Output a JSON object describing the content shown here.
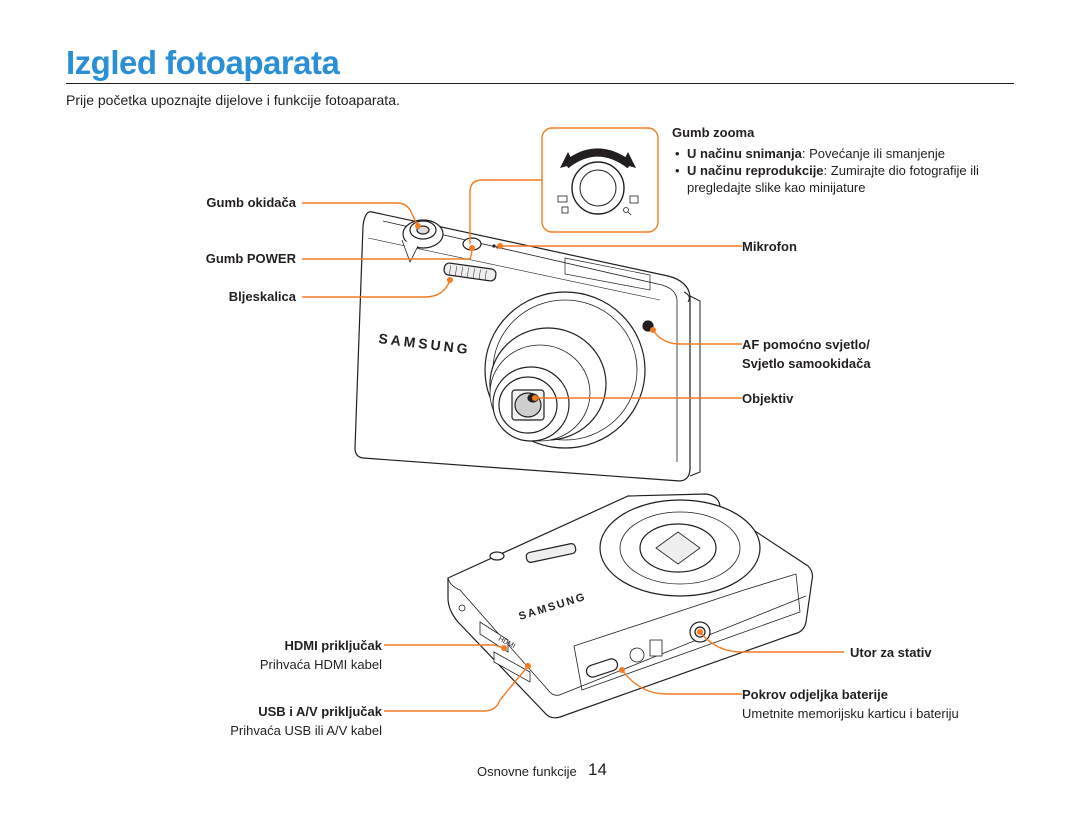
{
  "page": {
    "title": "Izgled fotoaparata",
    "intro": "Prije početka upoznajte dijelove i funkcije fotoaparata."
  },
  "labels": {
    "shutter": "Gumb okidača",
    "power": "Gumb POWER",
    "flash": "Bljeskalica",
    "zoom": "Gumb zooma",
    "microphone": "Mikrofon",
    "af_light_line1": "AF pomoćno svjetlo/",
    "af_light_line2": "Svjetlo samookidača",
    "lens": "Objektiv",
    "hdmi": "HDMI priključak",
    "hdmi_desc": "Prihvaća HDMI kabel",
    "usb": "USB i A/V priključak",
    "usb_desc": "Prihvaća USB ili A/V kabel",
    "tripod": "Utor za stativ",
    "battery": "Pokrov odjeljka baterije",
    "battery_desc": "Umetnite memorijsku karticu i bateriju"
  },
  "zoom_items": [
    {
      "bold": "U načinu snimanja",
      "text": ": Povećanje ili smanjenje"
    },
    {
      "bold": "U načinu reprodukcije",
      "text": ": Zumirajte dio fotografije ili pregledajte slike kao minijature"
    }
  ],
  "camera": {
    "brand": "SAMSUNG",
    "hdmi_mark": "HDMI"
  },
  "footer": {
    "section": "Osnovne funkcije",
    "page_number": "14"
  },
  "colors": {
    "title": "#2b8fd6",
    "callout": "#f47b20",
    "ink": "#231f20"
  }
}
